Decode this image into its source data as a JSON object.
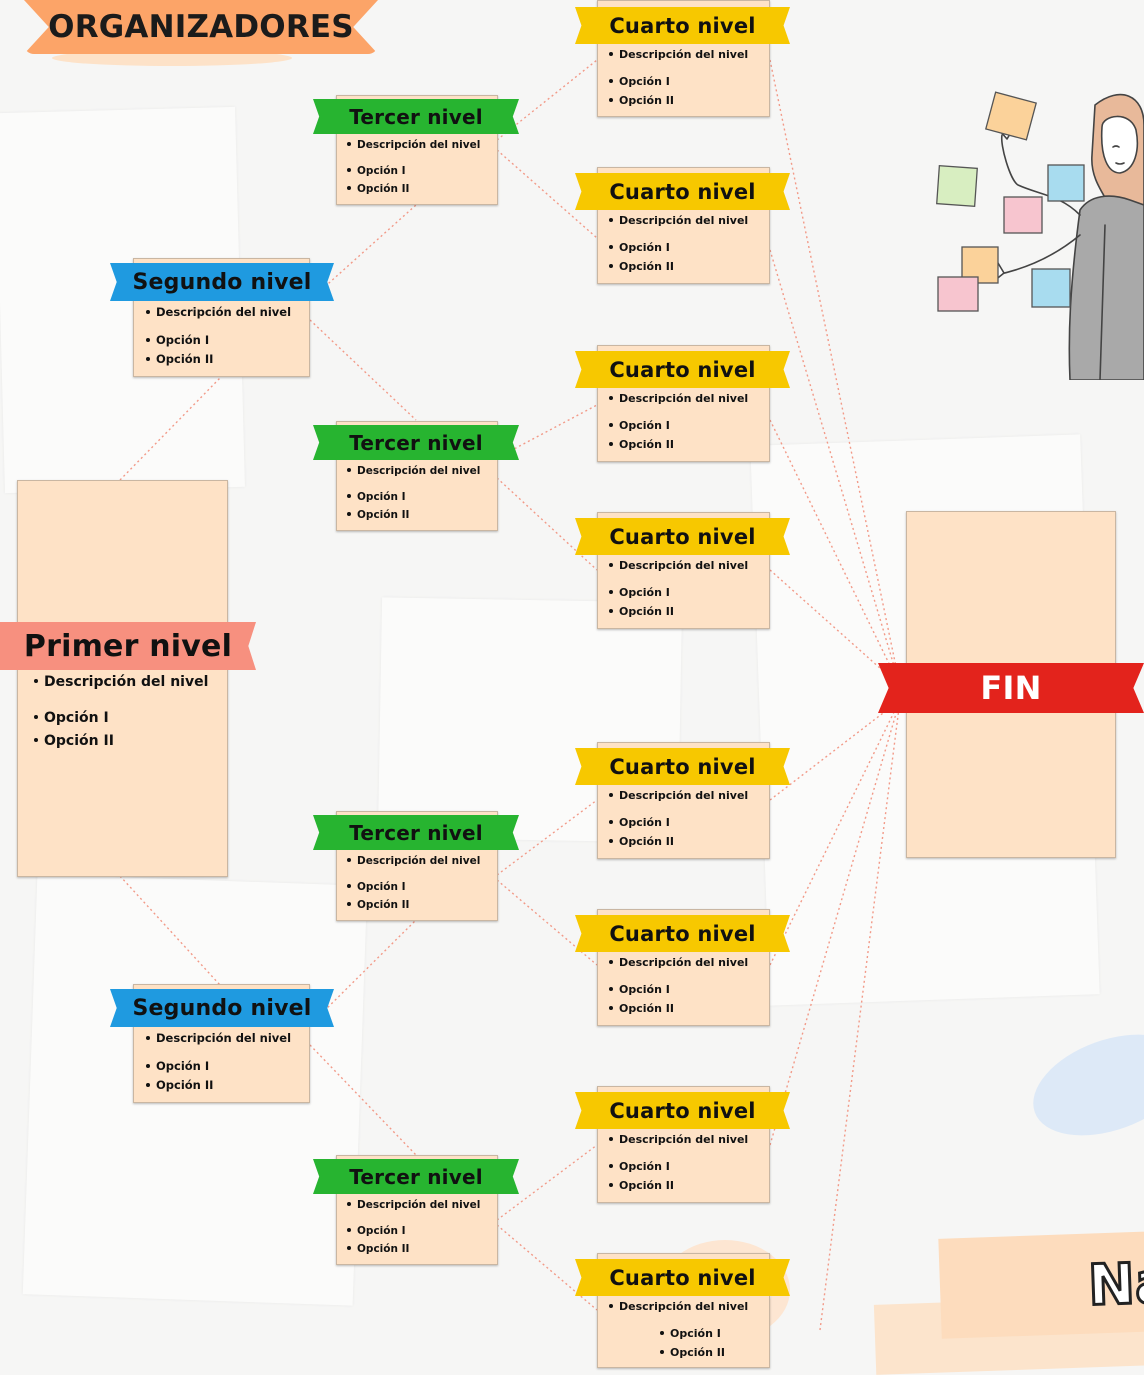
{
  "header": {
    "title": "ORGANIZADORES"
  },
  "bottom_banner": {
    "text": "Na"
  },
  "colors": {
    "box_fill": "#fee2c6",
    "connector": "#f29a88",
    "primer": "#f7907f",
    "segundo": "#1f9ae0",
    "tercer": "#27b430",
    "cuarto": "#f7c800",
    "fin": "#e3231c",
    "header_ribbon": "#fca468"
  },
  "nodes": {
    "primer": {
      "title": "Primer nivel",
      "desc": "Descripción del nivel",
      "opt1": "Opción I",
      "opt2": "Opción II"
    },
    "segundo_1": {
      "title": "Segundo nivel",
      "desc": "Descripción del nivel",
      "opt1": "Opción I",
      "opt2": "Opción II"
    },
    "segundo_2": {
      "title": "Segundo nivel",
      "desc": "Descripción del nivel",
      "opt1": "Opción I",
      "opt2": "Opción II"
    },
    "tercer_1": {
      "title": "Tercer nivel",
      "desc": "Descripción del nivel",
      "opt1": "Opción I",
      "opt2": "Opción II"
    },
    "tercer_2": {
      "title": "Tercer nivel",
      "desc": "Descripción del nivel",
      "opt1": "Opción I",
      "opt2": "Opción II"
    },
    "tercer_3": {
      "title": "Tercer nivel",
      "desc": "Descripción del nivel",
      "opt1": "Opción I",
      "opt2": "Opción II"
    },
    "tercer_4": {
      "title": "Tercer nivel",
      "desc": "Descripción del nivel",
      "opt1": "Opción I",
      "opt2": "Opción II"
    },
    "cuarto_1": {
      "title": "Cuarto nivel",
      "desc": "Descripción del nivel",
      "opt1": "Opción I",
      "opt2": "Opción II"
    },
    "cuarto_2": {
      "title": "Cuarto nivel",
      "desc": "Descripción del nivel",
      "opt1": "Opción I",
      "opt2": "Opción II"
    },
    "cuarto_3": {
      "title": "Cuarto nivel",
      "desc": "Descripción del nivel",
      "opt1": "Opción I",
      "opt2": "Opción II"
    },
    "cuarto_4": {
      "title": "Cuarto nivel",
      "desc": "Descripción del nivel",
      "opt1": "Opción I",
      "opt2": "Opción II"
    },
    "cuarto_5": {
      "title": "Cuarto nivel",
      "desc": "Descripción del nivel",
      "opt1": "Opción I",
      "opt2": "Opción II"
    },
    "cuarto_6": {
      "title": "Cuarto nivel",
      "desc": "Descripción del nivel",
      "opt1": "Opción I",
      "opt2": "Opción II"
    },
    "cuarto_7": {
      "title": "Cuarto nivel",
      "desc": "Descripción del nivel",
      "opt1": "Opción I",
      "opt2": "Opción II"
    },
    "cuarto_8": {
      "title": "Cuarto nivel",
      "desc": "Descripción del nivel",
      "opt1": "Opción I",
      "opt2": "Opción II"
    },
    "fin": {
      "title": "FIN"
    }
  },
  "illustration": {
    "icon": "woman-with-sticky-notes-icon"
  }
}
